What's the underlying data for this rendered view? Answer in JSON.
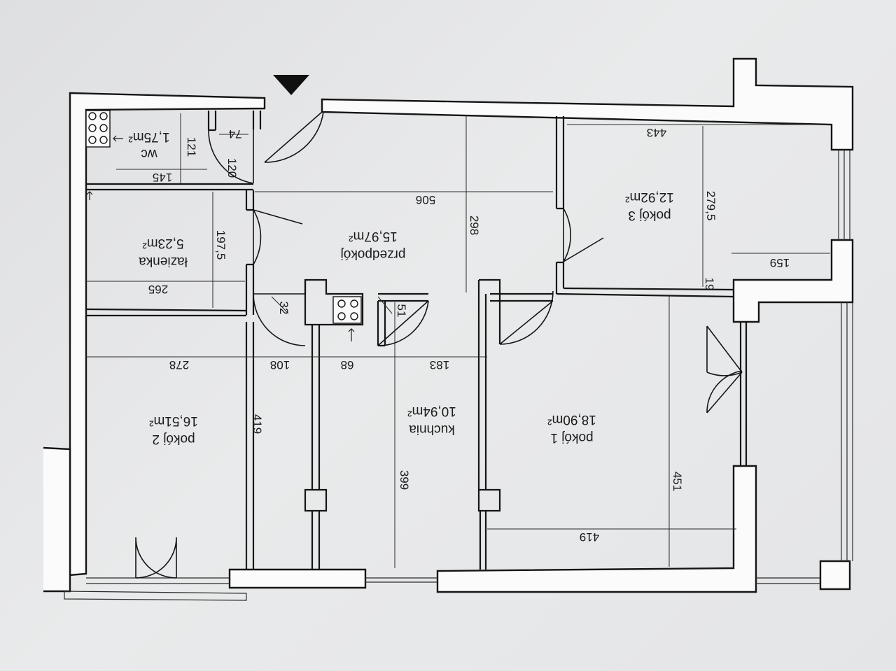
{
  "rooms": {
    "wc": {
      "name": "wc",
      "area": "1,75m²"
    },
    "lazienka": {
      "name": "łazienka",
      "area": "5,23m²"
    },
    "przedpokoj": {
      "name": "przedpokój",
      "area": "15,97m²"
    },
    "pokoj3": {
      "name": "pokój 3",
      "area": "12,92m²"
    },
    "pokoj2": {
      "name": "pokój 2",
      "area": "16,51m²"
    },
    "kuchnia": {
      "name": "kuchnia",
      "area": "10,94m²"
    },
    "pokoj1": {
      "name": "pokój 1",
      "area": "18,90m²"
    }
  },
  "dimensions": {
    "wc_depth": "121",
    "wc_width": "145",
    "closet_depth": "120",
    "closet_width": "74",
    "hall_width": "506",
    "hall_depth": "298",
    "room3_width": "443",
    "room3_depth": "279,5",
    "room3_niche": "159",
    "room3_wall": "19",
    "bath_depth": "197,5",
    "bath_width": "265",
    "duct_a": "32",
    "duct_b": "51",
    "room2_width": "278",
    "room2_ext": "108",
    "kitchen_a": "68",
    "kitchen_b": "183",
    "room2_depth": "419",
    "kitchen_depth": "399",
    "room1_depth": "451",
    "room1_width": "419"
  }
}
